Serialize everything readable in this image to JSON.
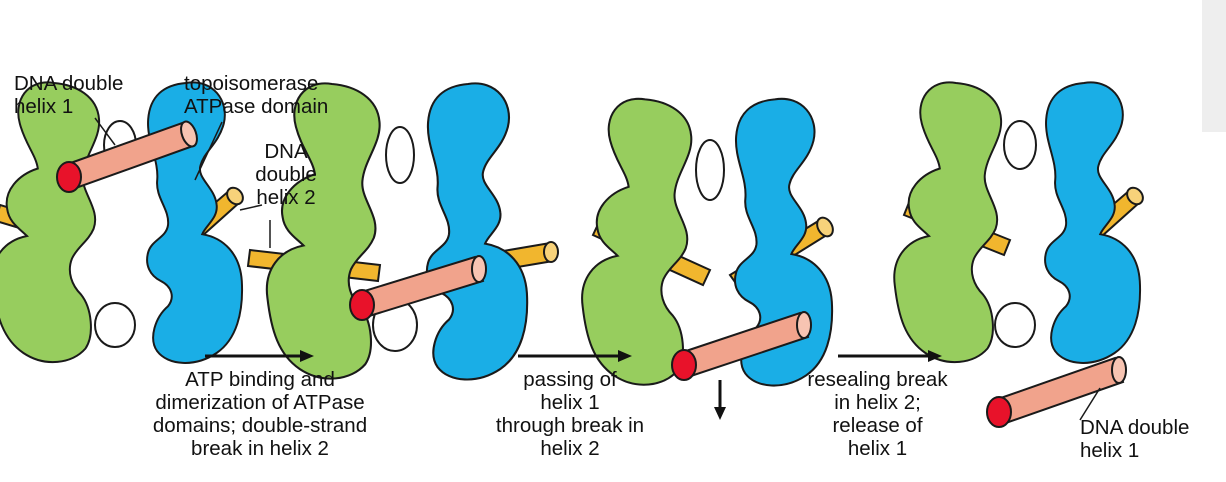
{
  "labels": {
    "dna_helix1_top": [
      "DNA double",
      "helix 1"
    ],
    "topo_atpase": [
      "topoisomerase",
      "ATPase domain"
    ],
    "dna_helix2": [
      "DNA",
      "double",
      "helix 2"
    ],
    "step1": [
      "ATP binding and",
      "dimerization of ATPase",
      "domains; double-strand",
      "break in helix 2"
    ],
    "step2": [
      "passing of",
      "helix 1",
      "through break in",
      "helix 2"
    ],
    "step3": [
      "resealing break",
      "in helix 2;",
      "release of",
      "helix 1"
    ],
    "dna_helix1_bottom": [
      "DNA double",
      "helix 1"
    ]
  },
  "colors": {
    "green_subunit": "#97cd5e",
    "blue_subunit": "#1aaee6",
    "helix1": "#f1a38c",
    "helix2": "#f1b62e",
    "break_end": "#e8122a",
    "outline": "#1a1a1a"
  }
}
